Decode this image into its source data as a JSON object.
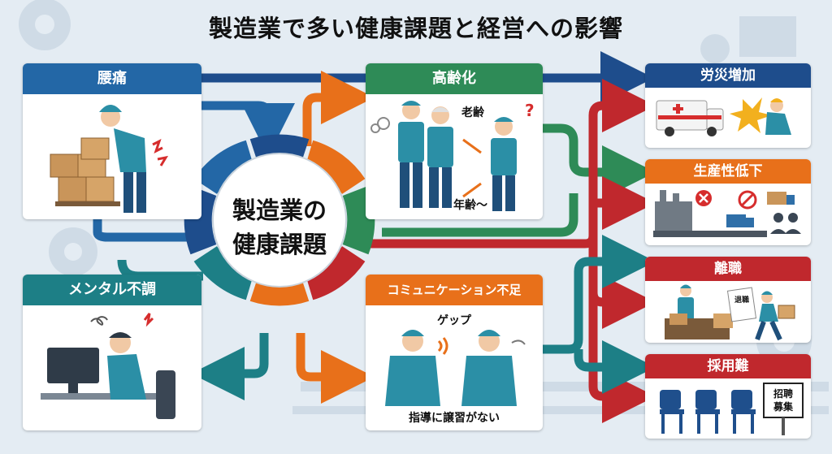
{
  "title": "製造業で多い健康課題と経営への影響",
  "hub": {
    "line1": "製造業の",
    "line2": "健康課題"
  },
  "issues": {
    "back_pain": {
      "title": "腰痛"
    },
    "aging": {
      "title": "高齢化",
      "label_old": "老齢",
      "label_age": "年齢〜",
      "question": "?"
    },
    "mental": {
      "title": "メンタル不調"
    },
    "communication": {
      "title": "コミュニケーション不足",
      "label_burp": "ゲップ",
      "label_caption": "指導に譲習がない"
    }
  },
  "impacts": {
    "accidents": {
      "title": "労災増加"
    },
    "productivity": {
      "title": "生産性低下"
    },
    "turnover": {
      "title": "離職",
      "doc_label": "退職"
    },
    "hiring": {
      "title": "採用難",
      "sign_line1": "招聘",
      "sign_line2": "募集"
    }
  },
  "colors": {
    "navy": "#1e4d8c",
    "green": "#2e8b57",
    "orange": "#e8701a",
    "red": "#c0282d",
    "teal": "#1d7f86",
    "blue": "#2367a6"
  }
}
